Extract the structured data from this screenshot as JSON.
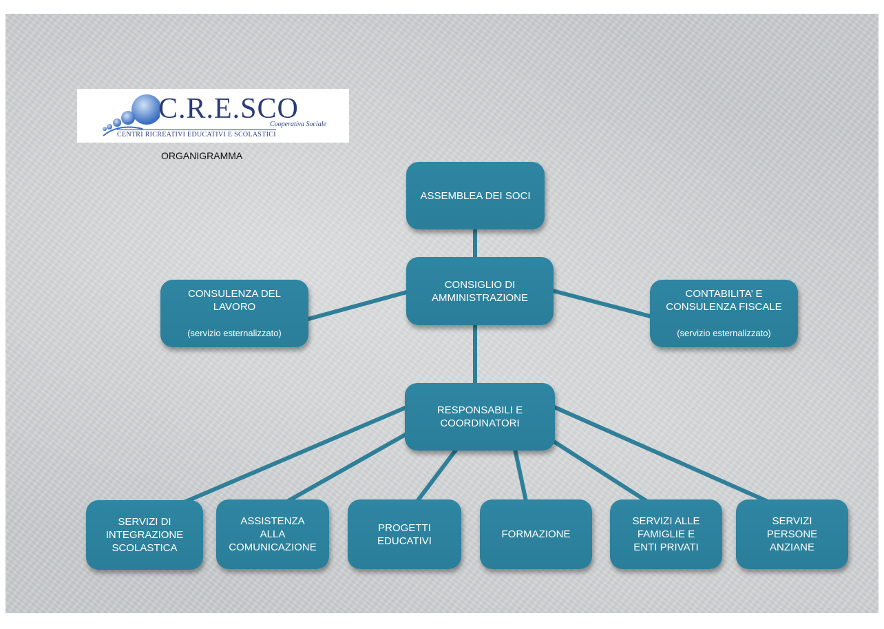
{
  "logo": {
    "name": "C.R.E.SCO",
    "tagline": "Cooperativa Sociale",
    "subtitle": "CENTRI RICREATIVI EDUCATIVI E SCOLASTICI"
  },
  "page_title": "ORGANIGRAMMA",
  "colors": {
    "node_fill": "#2f86a2",
    "connector": "#2f7f99",
    "node_text": "#ffffff",
    "logo_blue": "#2a3c78"
  },
  "nodes": {
    "assemblea": "ASSEMBLEA DEI SOCI",
    "consiglio": "CONSIGLIO DI\nAMMINISTRAZIONE",
    "consulenza_lavoro": {
      "title": "CONSULENZA DEL\nLAVORO",
      "note": "(servizio esternalizzato)"
    },
    "contabilita": {
      "title": "CONTABILITA’ E\nCONSULENZA FISCALE",
      "note": "(servizio esternalizzato)"
    },
    "responsabili": "RESPONSABILI E\nCOORDINATORI",
    "servizi_integrazione": "SERVIZI DI\nINTEGRAZIONE\nSCOLASTICA",
    "assistenza": "ASSISTENZA\nALLA\nCOMUNICAZIONE",
    "progetti": "PROGETTI\nEDUCATIVI",
    "formazione": "FORMAZIONE",
    "servizi_famiglie": "SERVIZI ALLE\nFAMIGLIE E\nENTI PRIVATI",
    "servizi_anziane": "SERVIZI\nPERSONE\nANZIANE"
  }
}
